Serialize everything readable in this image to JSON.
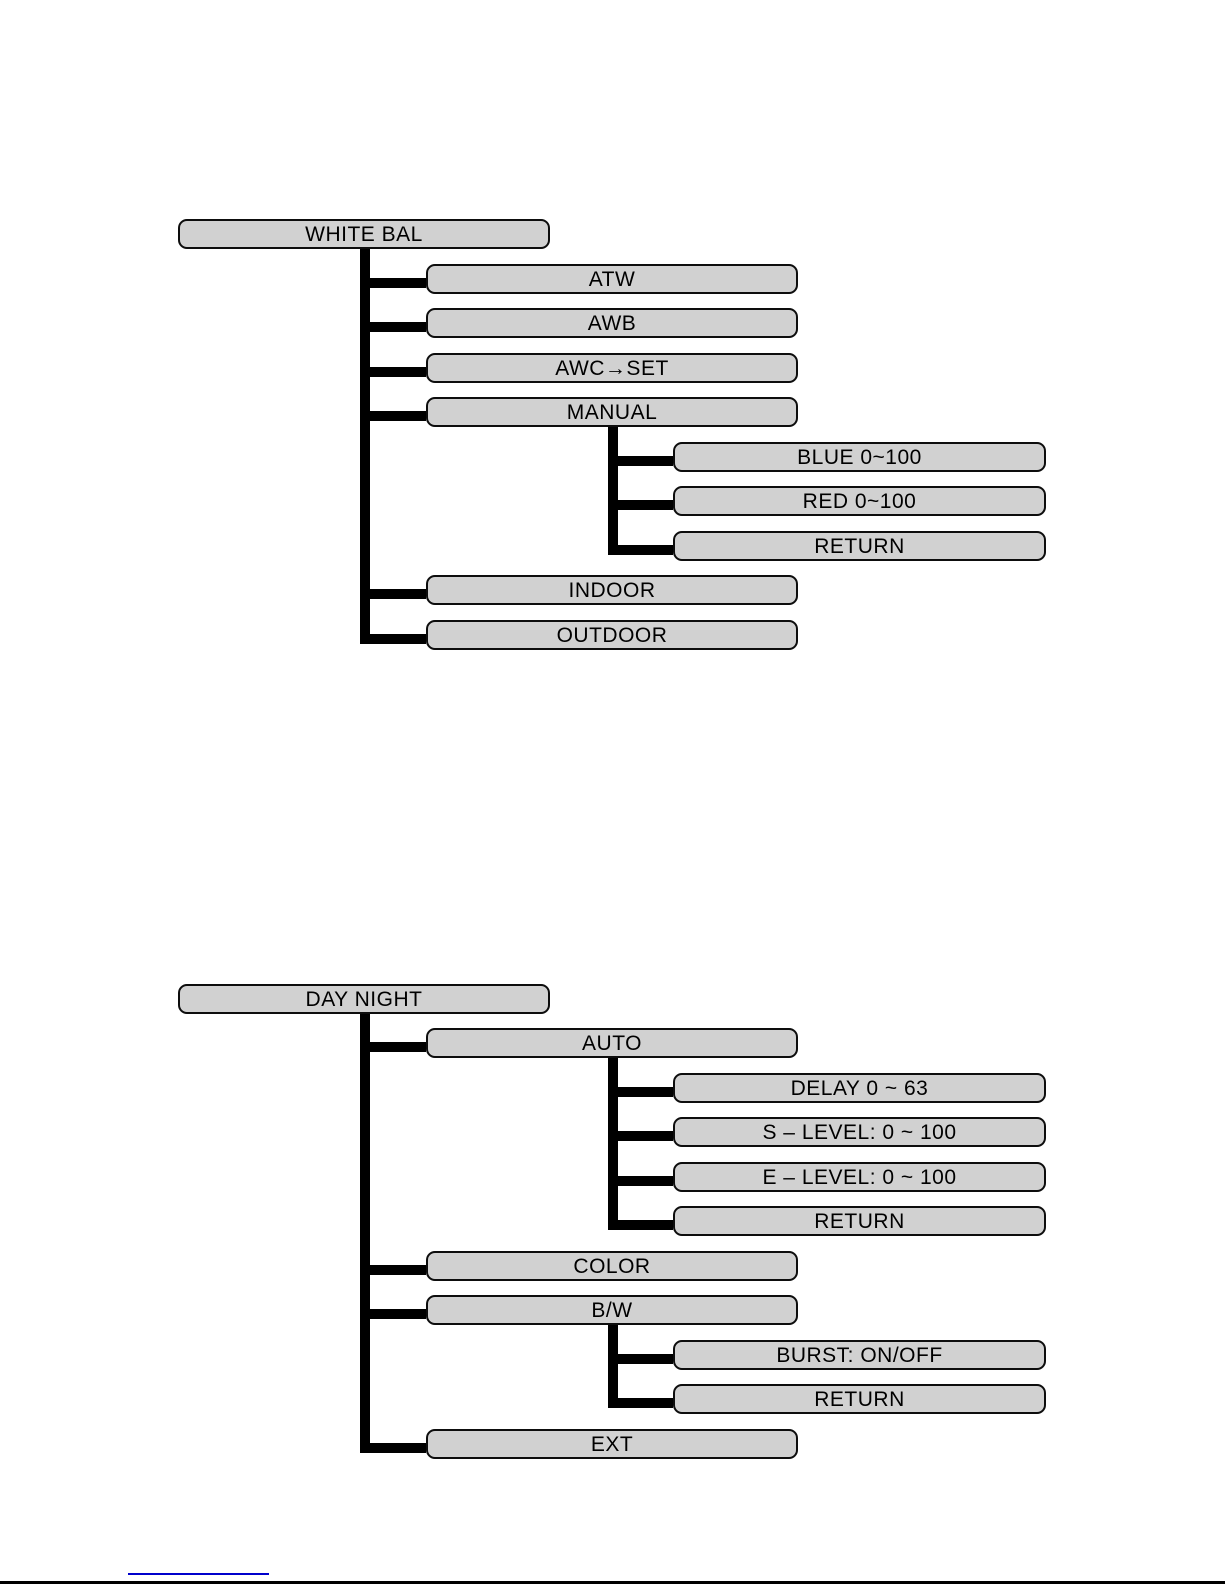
{
  "colors": {
    "box_fill": "#d1d1d1",
    "box_border": "#0d0d0d",
    "connector": "#000000",
    "link_line": "#0000cc",
    "bottom_rule": "#000000"
  },
  "trees": [
    {
      "root": {
        "label": "WHITE BAL"
      },
      "children": [
        {
          "label": "ATW"
        },
        {
          "label": "AWB"
        },
        {
          "label": "AWC→SET"
        },
        {
          "label": "MANUAL",
          "children": [
            {
              "label": "BLUE 0~100"
            },
            {
              "label": "RED 0~100"
            },
            {
              "label": "RETURN"
            }
          ]
        },
        {
          "label": "INDOOR"
        },
        {
          "label": "OUTDOOR"
        }
      ]
    },
    {
      "root": {
        "label": "DAY NIGHT"
      },
      "children": [
        {
          "label": "AUTO",
          "children": [
            {
              "label": "DELAY 0 ~ 63"
            },
            {
              "label": "S – LEVEL: 0 ~ 100"
            },
            {
              "label": "E – LEVEL: 0 ~ 100"
            },
            {
              "label": "RETURN"
            }
          ]
        },
        {
          "label": "COLOR"
        },
        {
          "label": "B/W",
          "children": [
            {
              "label": "BURST: ON/OFF"
            },
            {
              "label": "RETURN"
            }
          ]
        },
        {
          "label": "EXT"
        }
      ]
    }
  ]
}
